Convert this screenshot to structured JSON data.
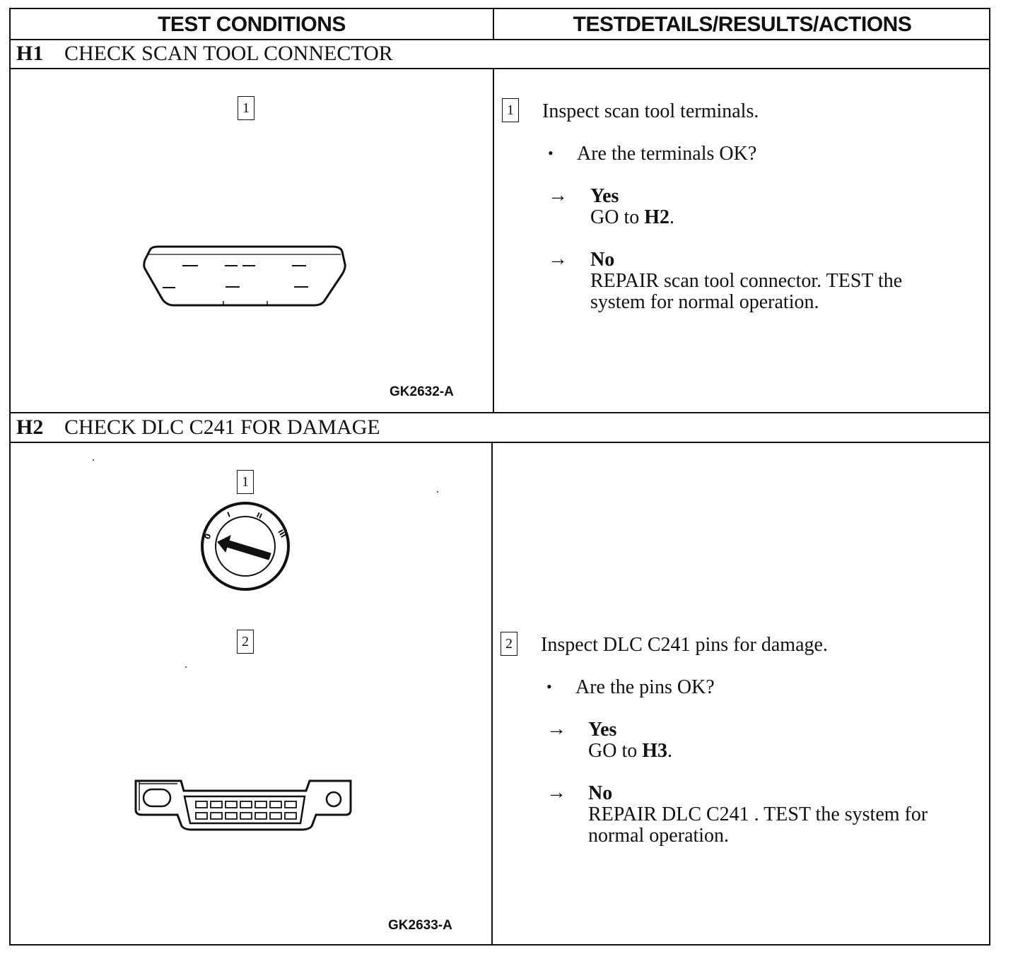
{
  "columns": {
    "left": "TEST CONDITIONS",
    "right": "TESTDETAILS/RESULTS/ACTIONS"
  },
  "tests": [
    {
      "id": "H1",
      "title": "CHECK SCAN TOOL CONNECTOR",
      "figure_id": "GK2632-A",
      "figure_steps": [
        "1"
      ],
      "step": "1",
      "action": "Inspect scan tool terminals.",
      "question": "Are the terminals OK?",
      "yes_label": "Yes",
      "yes_text": "GO to ",
      "yes_target": "H2",
      "yes_end": ".",
      "no_label": "No",
      "no_text_1": "REPAIR scan tool connector. TEST the",
      "no_text_2": "system for normal operation."
    },
    {
      "id": "H2",
      "title": "CHECK DLC C241 FOR DAMAGE",
      "figure_id": "GK2633-A",
      "figure_steps": [
        "1",
        "2"
      ],
      "ignition_labels": [
        "0",
        "I",
        "II",
        "III"
      ],
      "step": "2",
      "action": "Inspect DLC C241 pins for damage.",
      "question": "Are the pins OK?",
      "yes_label": "Yes",
      "yes_text": "GO to ",
      "yes_target": "H3",
      "yes_end": ".",
      "no_label": "No",
      "no_text_1": "REPAIR DLC C241 . TEST the system for",
      "no_text_2": "normal operation."
    }
  ],
  "icons": {
    "bullet": "•",
    "arrow": "→",
    "scan_tool_connector": "scan-tool-connector-drawing",
    "ignition_switch": "ignition-switch-drawing",
    "dlc_connector": "dlc-connector-drawing"
  }
}
